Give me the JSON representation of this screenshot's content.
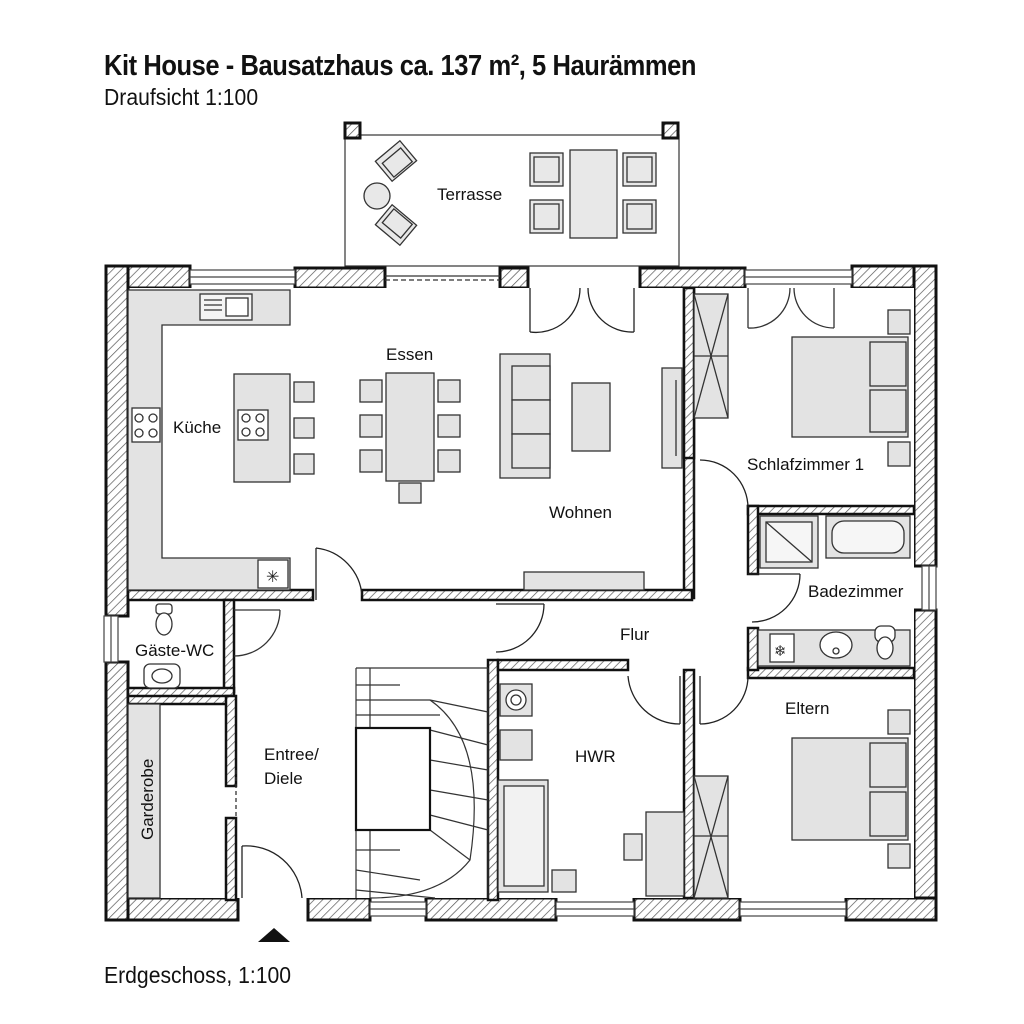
{
  "header": {
    "title": "Kit House - Bausatzhaus ca. 137 m², 5 Haurämmen",
    "subtitle": "Draufsicht 1:100"
  },
  "footer": {
    "caption": "Erdgeschoss, 1:100"
  },
  "rooms": {
    "terrasse": "Terrasse",
    "essen": "Essen",
    "kueche": "Küche",
    "wohnen": "Wohnen",
    "schlafzimmer": "Schlafzimmer 1",
    "badezimmer": "Badezimmer",
    "flur": "Flur",
    "gaeste_wc": "Gäste-WC",
    "entree_line1": "Entree/",
    "entree_line2": "Diele",
    "garderobe": "Garderobe",
    "hwr": "HWR",
    "eltern": "Eltern"
  }
}
